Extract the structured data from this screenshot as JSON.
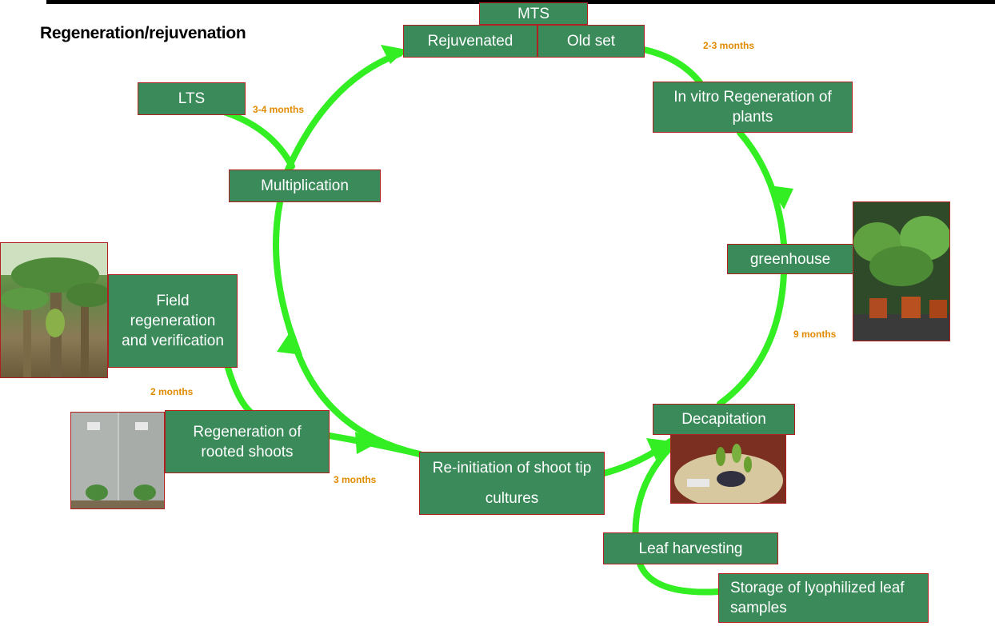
{
  "title": "Regeneration/rejuvenation",
  "colors": {
    "box_fill": "#3a8a5a",
    "box_border": "#b02020",
    "arrow": "#33ee22",
    "duration_text": "#e08a00"
  },
  "nodes": {
    "mts": "MTS",
    "rejuvenated": "Rejuvenated",
    "old_set": "Old set",
    "lts": "LTS",
    "in_vitro": "In vitro Regeneration of plants",
    "multiplication": "Multiplication",
    "greenhouse": "greenhouse",
    "field": "Field regeneration and verification",
    "decapitation": "Decapitation",
    "regen_rooted": "Regeneration of rooted shoots",
    "reinitiation": "Re-initiation of shoot tip cultures",
    "leaf_harvesting": "Leaf harvesting",
    "storage": "Storage of lyophilized leaf samples"
  },
  "durations": {
    "two_three": "2-3 months",
    "three_four": "3-4 months",
    "nine": "9 months",
    "two": "2 months",
    "three": "3 months"
  },
  "photos": {
    "banana_field": "banana-field-photo",
    "greenhouse": "greenhouse-plants-photo",
    "decapitation": "decapitated-plant-photo",
    "rooted": "rooted-shoots-photo"
  }
}
